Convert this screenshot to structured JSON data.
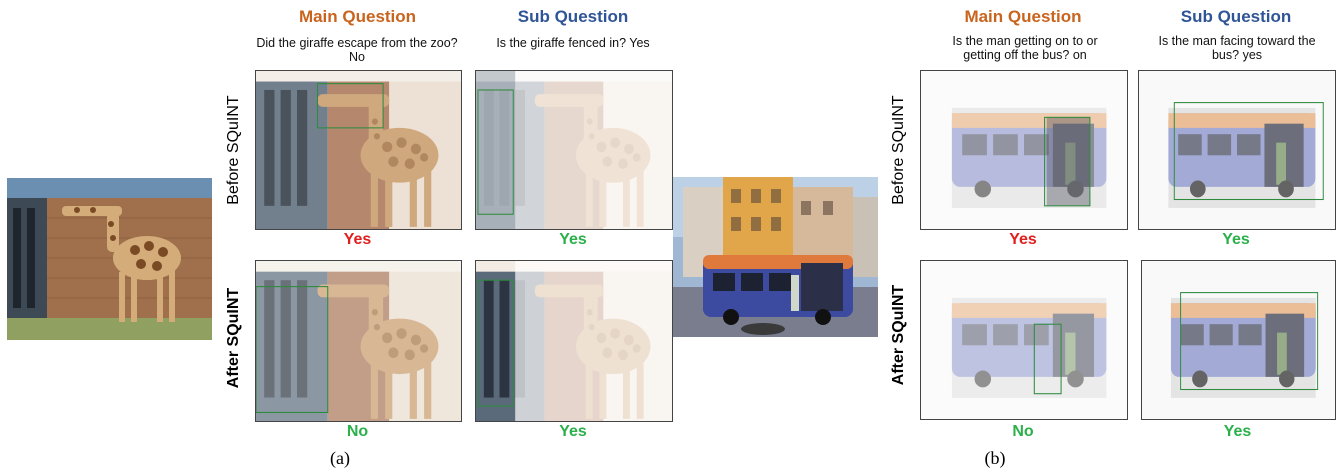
{
  "colors": {
    "main_header": "#c8641e",
    "sub_header": "#2f5597",
    "wrong": "#e0201e",
    "right": "#2bb04a",
    "box": "#2e8b3e"
  },
  "figure_a": {
    "main_header": "Main Question",
    "sub_header": "Sub Question",
    "main_question": "Did the giraffe escape from the zoo? No",
    "sub_question": "Is the giraffe fenced in? Yes",
    "row_before": "Before SQuINT",
    "row_after": "After SQuINT",
    "before_main_answer": "Yes",
    "before_sub_answer": "Yes",
    "after_main_answer": "No",
    "after_sub_answer": "Yes",
    "caption": "(a)"
  },
  "figure_b": {
    "main_header": "Main Question",
    "sub_header": "Sub Question",
    "main_question": "Is the man getting on to or getting off the bus? on",
    "sub_question": "Is the man facing toward the bus? yes",
    "row_before": "Before SQuINT",
    "row_after": "After SQuINT",
    "before_main_answer": "Yes",
    "before_sub_answer": "Yes",
    "after_main_answer": "No",
    "after_sub_answer": "Yes",
    "caption": "(b)"
  }
}
